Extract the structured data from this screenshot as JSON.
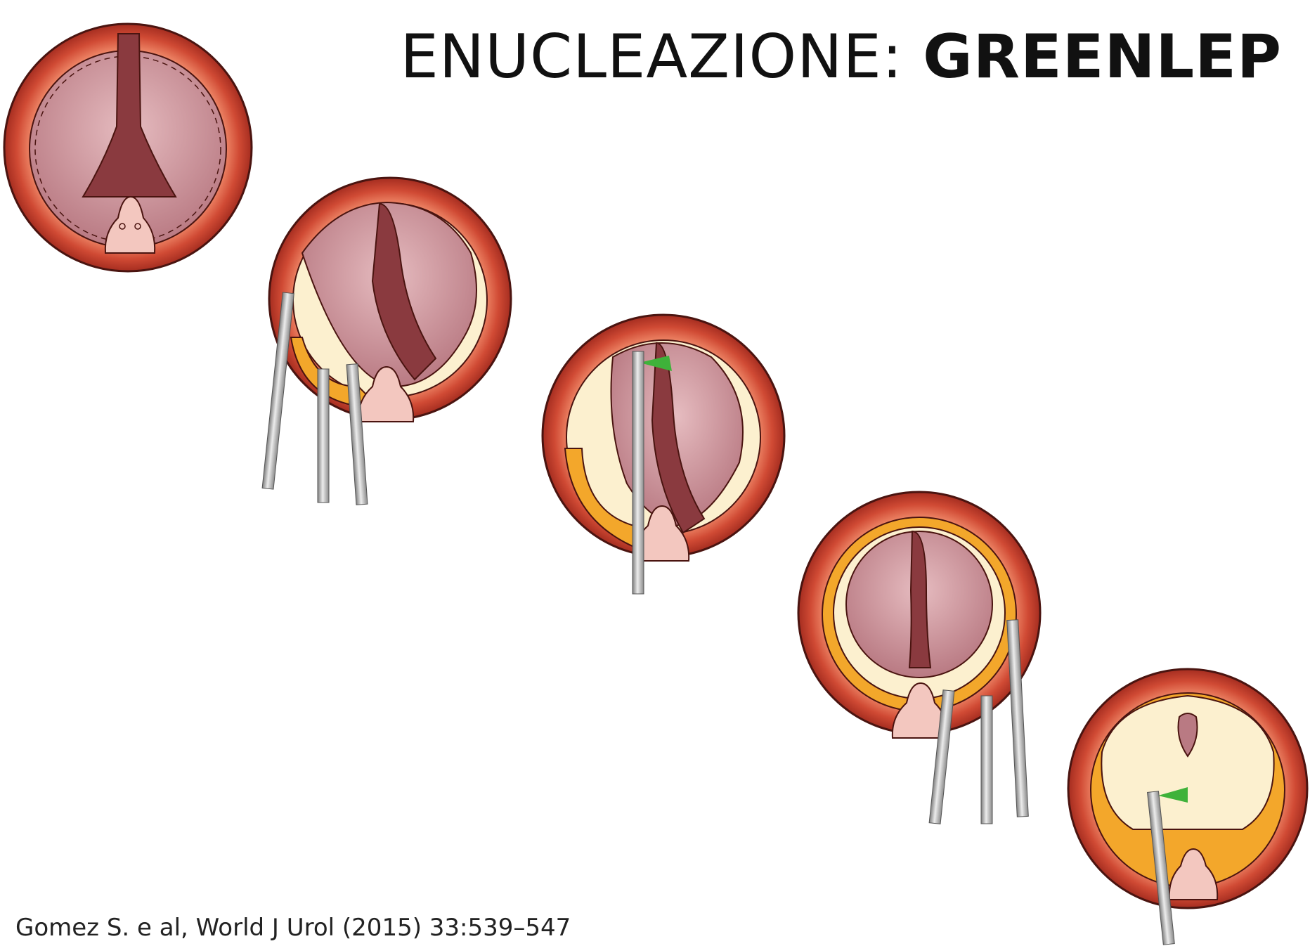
{
  "title": {
    "prefix": "ENUCLEAZIONE: ",
    "emphasis": "GREENLEP"
  },
  "citation": "Gomez S. e al, World J Urol (2015) 33:539–547",
  "colors": {
    "outer_ring": "#a52d20",
    "ring_inner": "#e46a4f",
    "mucosa": "#c78a92",
    "central_lobe": "#7a2a30",
    "adenoma_cream": "#fcf0cf",
    "capsule_orange": "#f3a72b",
    "verumontanum": "#f3c7bf",
    "instrument": "#9a9a9a",
    "laser": "#3fb23a"
  }
}
